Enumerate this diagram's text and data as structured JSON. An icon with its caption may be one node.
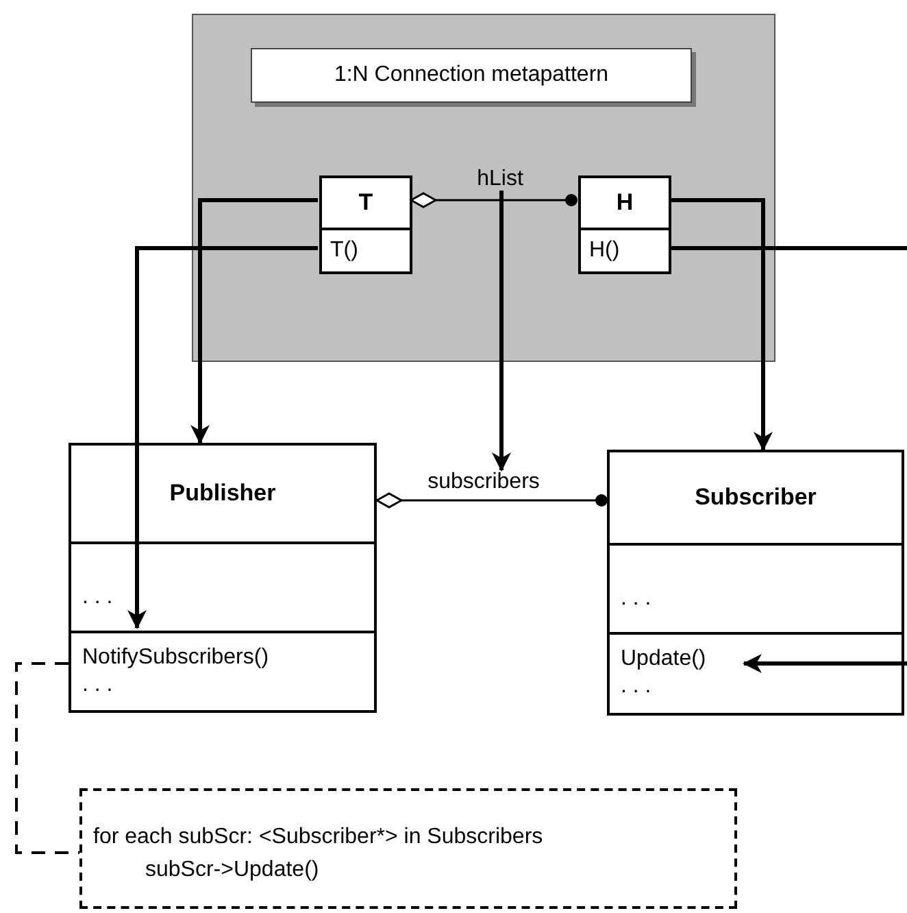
{
  "diagram": {
    "nodes": [
      {
        "text": [
          "1:N Connection metapattern"
        ]
      },
      {
        "text": [
          "T",
          "T()"
        ],
        "in": 0
      },
      {
        "text": [
          "H",
          "H()"
        ],
        "in": 0
      },
      {
        "text": [
          "Publisher",
          ". . .",
          "NotifySubscribers()",
          ". . ."
        ]
      },
      {
        "text": [
          "Subscriber",
          ". . .",
          "Update()",
          ". . ."
        ]
      },
      {
        "text": [
          "for each subScr: <Subscriber*> in Subscribers",
          "subScr->Update()"
        ]
      },
      {
        "text": [
          "hList"
        ],
        "in": 0
      },
      {
        "text": [
          "subscribers"
        ]
      }
    ],
    "edges": [
      {
        "from": 1,
        "to": 2,
        "arrow": "other"
      },
      {
        "from": 1,
        "to": 3,
        "arrow": "to"
      },
      {
        "from": 1,
        "to": 3,
        "arrow": "to"
      },
      {
        "from": 6,
        "to": 7,
        "arrow": "to"
      },
      {
        "from": 2,
        "to": 4,
        "arrow": "to"
      },
      {
        "from": 2,
        "to": null,
        "arrow": "none"
      },
      {
        "from": null,
        "to": 4,
        "arrow": "to"
      },
      {
        "from": 3,
        "to": 4,
        "arrow": "other"
      },
      {
        "from": 3,
        "to": 5,
        "arrow": "none",
        "style": "dashed"
      }
    ]
  }
}
